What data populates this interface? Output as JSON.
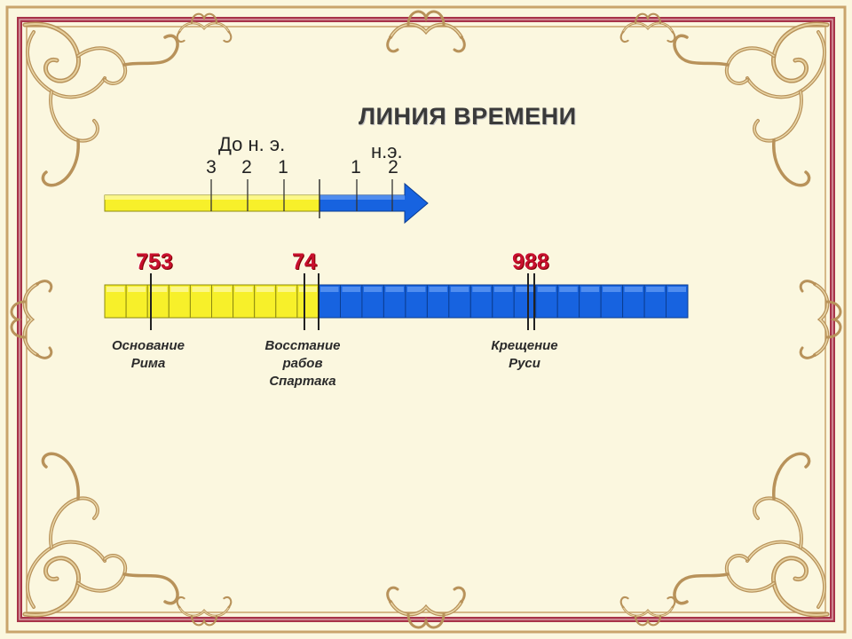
{
  "title": "ЛИНИЯ ВРЕМЕНИ",
  "era_bc": "До н. э.",
  "era_ad": "н.э.",
  "ticks_bc": [
    "3",
    "2",
    "1"
  ],
  "ticks_ad": [
    "1",
    "2"
  ],
  "events": [
    {
      "year": "753",
      "lines": [
        "Основание",
        "Рима"
      ]
    },
    {
      "year": "74",
      "lines": [
        "Восстание",
        "рабов",
        "Спартака"
      ]
    },
    {
      "year": "988",
      "lines": [
        "Крещение",
        "Руси"
      ]
    }
  ],
  "colors": {
    "bc_bar": "#f7f02a",
    "ad_bar": "#1763e0",
    "frame": "#a8344a",
    "ornament": "#c9a46c",
    "background": "#fbf7df",
    "year_red": "#c8102e"
  }
}
